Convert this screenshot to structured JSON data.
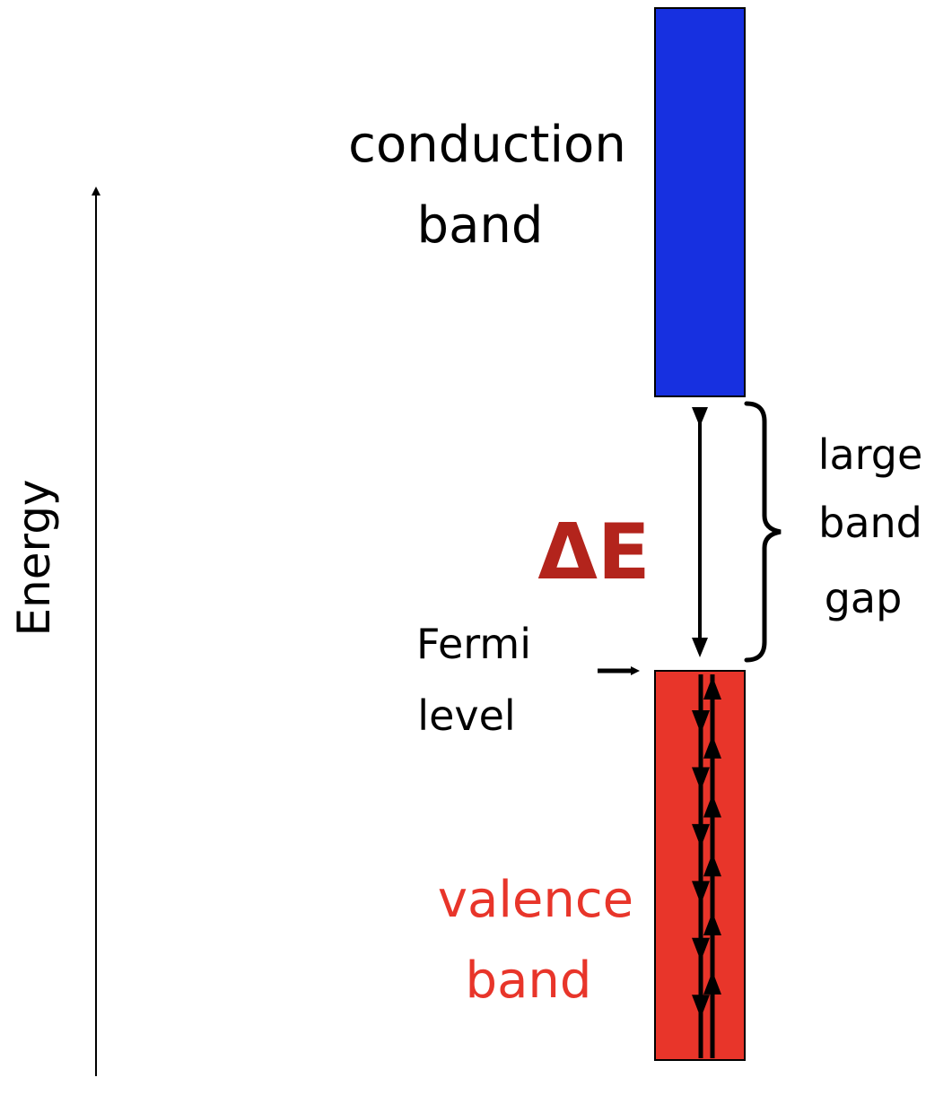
{
  "axis": {
    "label": "Energy"
  },
  "conduction_band": {
    "line1": "conduction",
    "line2": "band",
    "color": "#1730e0"
  },
  "valence_band": {
    "line1": "valence",
    "line2": "band",
    "color": "#e8352a"
  },
  "gap": {
    "delta_label": "ΔE",
    "delta_color": "#b3241c",
    "line1": "large",
    "line2": "band",
    "line3": "gap"
  },
  "fermi": {
    "line1": "Fermi",
    "line2": "level"
  },
  "electrons": {
    "down_arrows": 6,
    "up_arrows": 6
  }
}
